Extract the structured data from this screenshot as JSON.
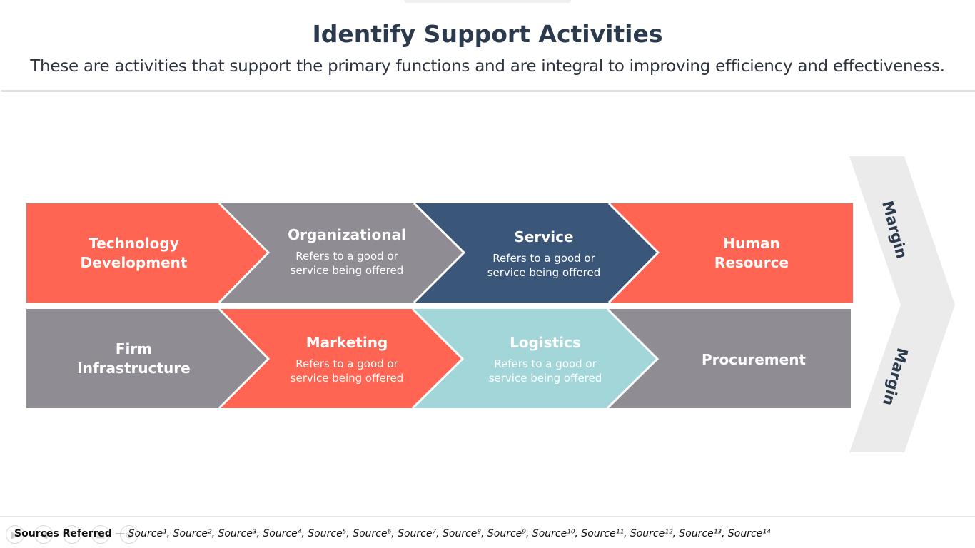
{
  "header": {
    "title": "Identify Support Activities",
    "subtitle": "These are activities that support the primary functions and are integral to improving efficiency and effectiveness."
  },
  "rows": [
    {
      "cells": [
        {
          "heading": "Technology\nDevelopment",
          "description": "",
          "color": "#ff6552"
        },
        {
          "heading": "Organizational",
          "description": "Refers to a good or\nservice being offered",
          "color": "#8f8c94"
        },
        {
          "heading": "Service",
          "description": "Refers to a good or\nservice being offered",
          "color": "#3a5678"
        },
        {
          "heading": "Human\nResource",
          "description": "",
          "color": "#ff6552"
        }
      ]
    },
    {
      "cells": [
        {
          "heading": "Firm\nInfrastructure",
          "description": "",
          "color": "#8f8c94"
        },
        {
          "heading": "Marketing",
          "description": "Refers to a good or\nservice being offered",
          "color": "#ff6552"
        },
        {
          "heading": "Logistics",
          "description": "Refers to a good or\nservice being offered",
          "color": "#a3d6d8"
        },
        {
          "heading": "Procurement",
          "description": "",
          "color": "#8f8c94"
        }
      ]
    }
  ],
  "margin_arrow": {
    "top_label": "Margin",
    "bottom_label": "Margin",
    "color": "#ebebeb"
  },
  "footer": {
    "label": "Sources Referred",
    "dash": "—",
    "sources_text": "Source¹, Source², Source³, Source⁴, Source⁵, Source⁶, Source⁷, Source⁸, Source⁹, Source¹⁰, Source¹¹, Source¹², Source¹³, Source¹⁴"
  }
}
